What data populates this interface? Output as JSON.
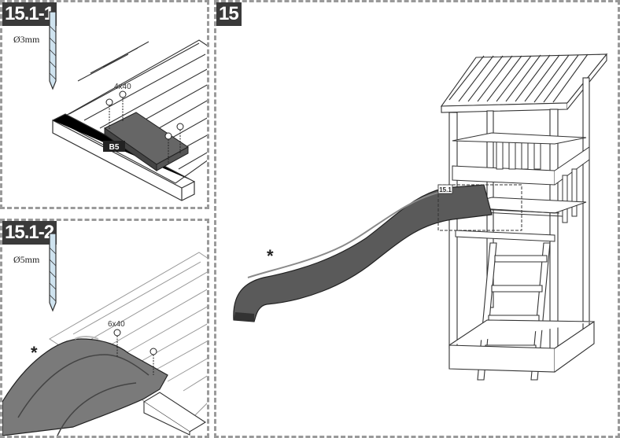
{
  "steps": {
    "detail_1": {
      "label": "15.1-1",
      "drill": "Ø3mm",
      "screw": "4x40",
      "part": "B5"
    },
    "detail_2": {
      "label": "15.1-2",
      "drill": "Ø5mm",
      "screw": "6x40",
      "marker": "*"
    },
    "main": {
      "label": "15",
      "detail_ref": "15.1",
      "marker": "*"
    }
  },
  "colors": {
    "frame": "#9a9a9a",
    "label_bg": "#3a3a3a",
    "slide": "#5a5a5a",
    "wood_line": "#444444"
  }
}
